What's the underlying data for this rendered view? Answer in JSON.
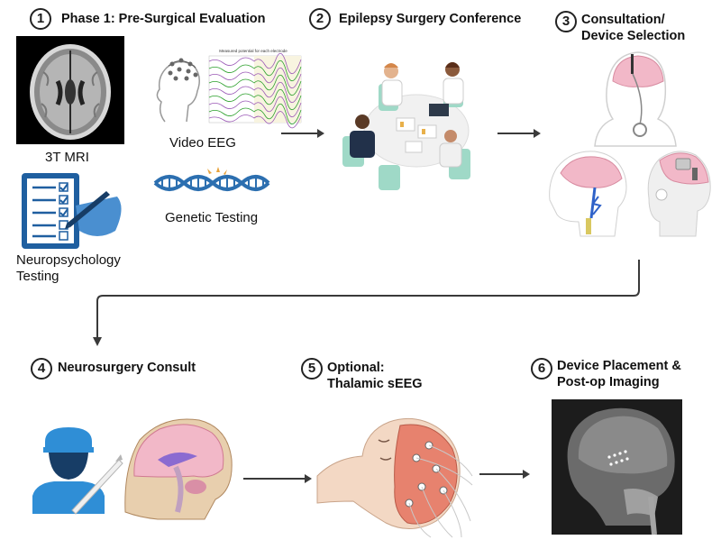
{
  "steps": [
    {
      "num": "1",
      "title": "Phase 1: Pre-Surgical Evaluation"
    },
    {
      "num": "2",
      "title": "Epilepsy Surgery Conference"
    },
    {
      "num": "3",
      "title_line1": "Consultation/",
      "title_line2": "Device Selection"
    },
    {
      "num": "4",
      "title": "Neurosurgery Consult"
    },
    {
      "num": "5",
      "title_line1": "Optional:",
      "title_line2": "Thalamic sEEG"
    },
    {
      "num": "6",
      "title_line1": "Device Placement &",
      "title_line2": "Post-op Imaging"
    }
  ],
  "phase1": {
    "mri_label": "3T MRI",
    "eeg_label": "Video EEG",
    "eeg_chart_title": "Measured potential for each electrode",
    "genetic_label": "Genetic Testing",
    "neuropsych_line1": "Neuropsychology",
    "neuropsych_line2": "Testing"
  },
  "colors": {
    "arrow": "#3a3a3a",
    "dna": "#2c6fb0",
    "clipboard": "#1f5fa0",
    "chair": "#9fd9c7",
    "brain_pink": "#f2b8c8",
    "xray_bg": "#1c1c1c"
  },
  "icons": [
    "mri-brain-icon",
    "eeg-head-icon",
    "eeg-chart-icon",
    "dna-icon",
    "clipboard-icon",
    "conference-table-icon",
    "implant-head-icon",
    "neurosurgeon-icon",
    "brain-sagittal-icon",
    "seeg-head-icon",
    "xray-skull-icon"
  ]
}
